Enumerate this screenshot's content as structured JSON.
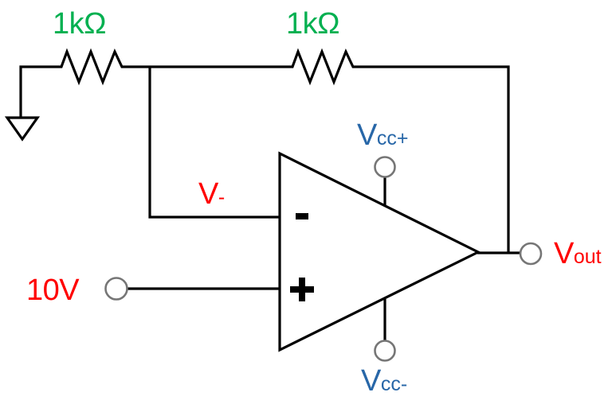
{
  "diagram_type": "op-amp amplifier circuit schematic",
  "labels": {
    "r1": "1kΩ",
    "r2": "1kΩ",
    "input_source": "10V",
    "inverting_node": {
      "main": "V",
      "sub": "-"
    },
    "output": {
      "main": "V",
      "sub": "out"
    },
    "supply_positive": {
      "main": "V",
      "sub": "cc+"
    },
    "supply_negative": {
      "main": "V",
      "sub": "cc-"
    }
  },
  "opamp": {
    "inverting_input_sign": "−",
    "non_inverting_input_sign": "+"
  },
  "icons": {
    "ground": "ground-symbol",
    "terminal": "open-circle-terminal",
    "resistor": "zigzag-resistor"
  },
  "colors": {
    "resistor_label": "#00B050",
    "signal_label": "#FF0000",
    "supply_label": "#2867A8",
    "wire": "#000000",
    "terminal_outline": "#767676"
  }
}
